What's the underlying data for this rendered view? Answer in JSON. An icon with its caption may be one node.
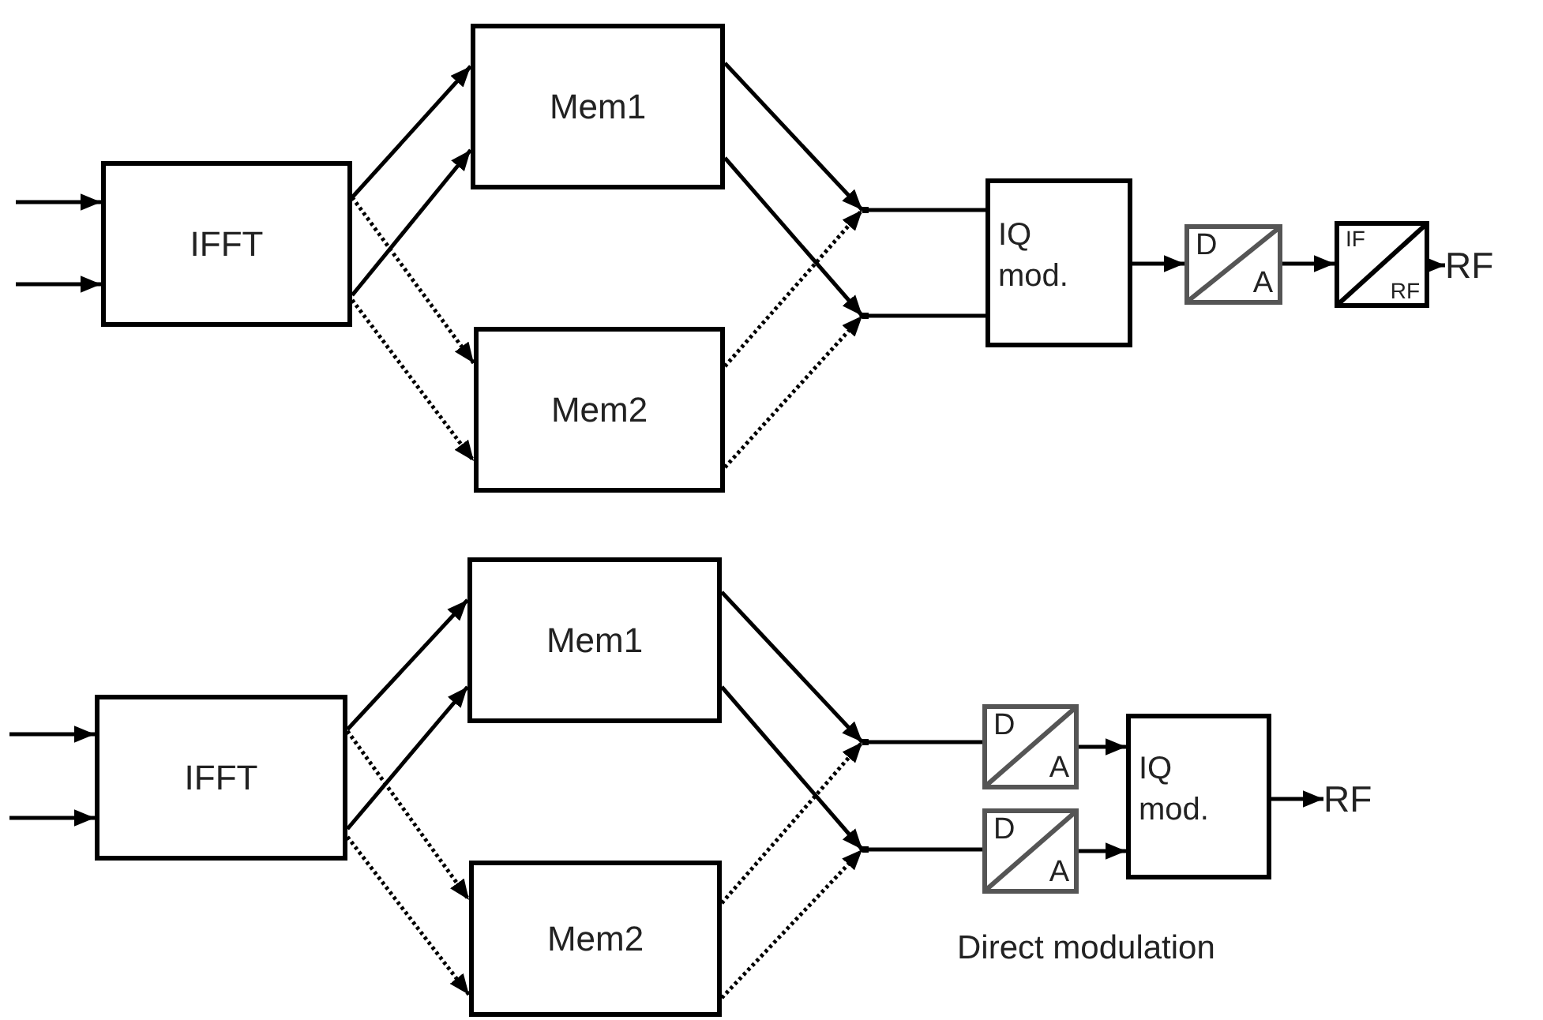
{
  "diagram": {
    "nodes": [
      {
        "text": [
          "IFFT"
        ]
      },
      {
        "text": [
          "Mem1"
        ]
      },
      {
        "text": [
          "Mem2"
        ]
      },
      {
        "text": [],
        "shape": "point"
      },
      {
        "text": [],
        "shape": "point"
      },
      {
        "text": [
          "IQ mod."
        ]
      },
      {
        "text": [
          "D",
          "A"
        ]
      },
      {
        "text": [
          "IF",
          "RF"
        ]
      },
      {
        "text": [
          "RF"
        ]
      },
      {
        "text": [
          "IFFT"
        ]
      },
      {
        "text": [
          "Mem1"
        ]
      },
      {
        "text": [
          "Mem2"
        ]
      },
      {
        "text": [],
        "shape": "point"
      },
      {
        "text": [],
        "shape": "point"
      },
      {
        "text": [
          "D",
          "A"
        ]
      },
      {
        "text": [
          "D",
          "A"
        ]
      },
      {
        "text": [
          "IQ mod."
        ]
      },
      {
        "text": [
          "RF"
        ]
      }
    ],
    "edges": [
      {
        "from": null,
        "to": 0,
        "arrow": "to"
      },
      {
        "from": null,
        "to": 0,
        "arrow": "to"
      },
      {
        "from": 0,
        "to": 1,
        "arrow": "to"
      },
      {
        "from": 0,
        "to": 1,
        "arrow": "to"
      },
      {
        "from": 0,
        "to": 2,
        "arrow": "to",
        "style": "dashed"
      },
      {
        "from": 0,
        "to": 2,
        "arrow": "to",
        "style": "dashed"
      },
      {
        "from": 1,
        "to": 3,
        "arrow": "to"
      },
      {
        "from": 1,
        "to": 4,
        "arrow": "to"
      },
      {
        "from": 2,
        "to": 3,
        "arrow": "to",
        "style": "dashed"
      },
      {
        "from": 2,
        "to": 4,
        "arrow": "to",
        "style": "dashed"
      },
      {
        "from": 3,
        "to": 5,
        "arrow": "none"
      },
      {
        "from": 4,
        "to": 5,
        "arrow": "none"
      },
      {
        "from": 5,
        "to": 6,
        "arrow": "to"
      },
      {
        "from": 6,
        "to": 7,
        "arrow": "to"
      },
      {
        "from": 7,
        "to": 8,
        "arrow": "to"
      },
      {
        "from": null,
        "to": 9,
        "arrow": "to"
      },
      {
        "from": null,
        "to": 9,
        "arrow": "to"
      },
      {
        "from": 9,
        "to": 10,
        "arrow": "to"
      },
      {
        "from": 9,
        "to": 10,
        "arrow": "to"
      },
      {
        "from": 9,
        "to": 11,
        "arrow": "to",
        "style": "dashed"
      },
      {
        "from": 9,
        "to": 11,
        "arrow": "to",
        "style": "dashed"
      },
      {
        "from": 10,
        "to": 12,
        "arrow": "to"
      },
      {
        "from": 10,
        "to": 13,
        "arrow": "to"
      },
      {
        "from": 11,
        "to": 12,
        "arrow": "to",
        "style": "dashed"
      },
      {
        "from": 11,
        "to": 13,
        "arrow": "to",
        "style": "dashed"
      },
      {
        "from": 12,
        "to": 14,
        "arrow": "none"
      },
      {
        "from": 13,
        "to": 15,
        "arrow": "none"
      },
      {
        "from": 14,
        "to": 16,
        "arrow": "to"
      },
      {
        "from": 15,
        "to": 16,
        "arrow": "to"
      },
      {
        "from": 16,
        "to": 17,
        "arrow": "to"
      }
    ],
    "labels": [
      "Direct modulation"
    ]
  }
}
